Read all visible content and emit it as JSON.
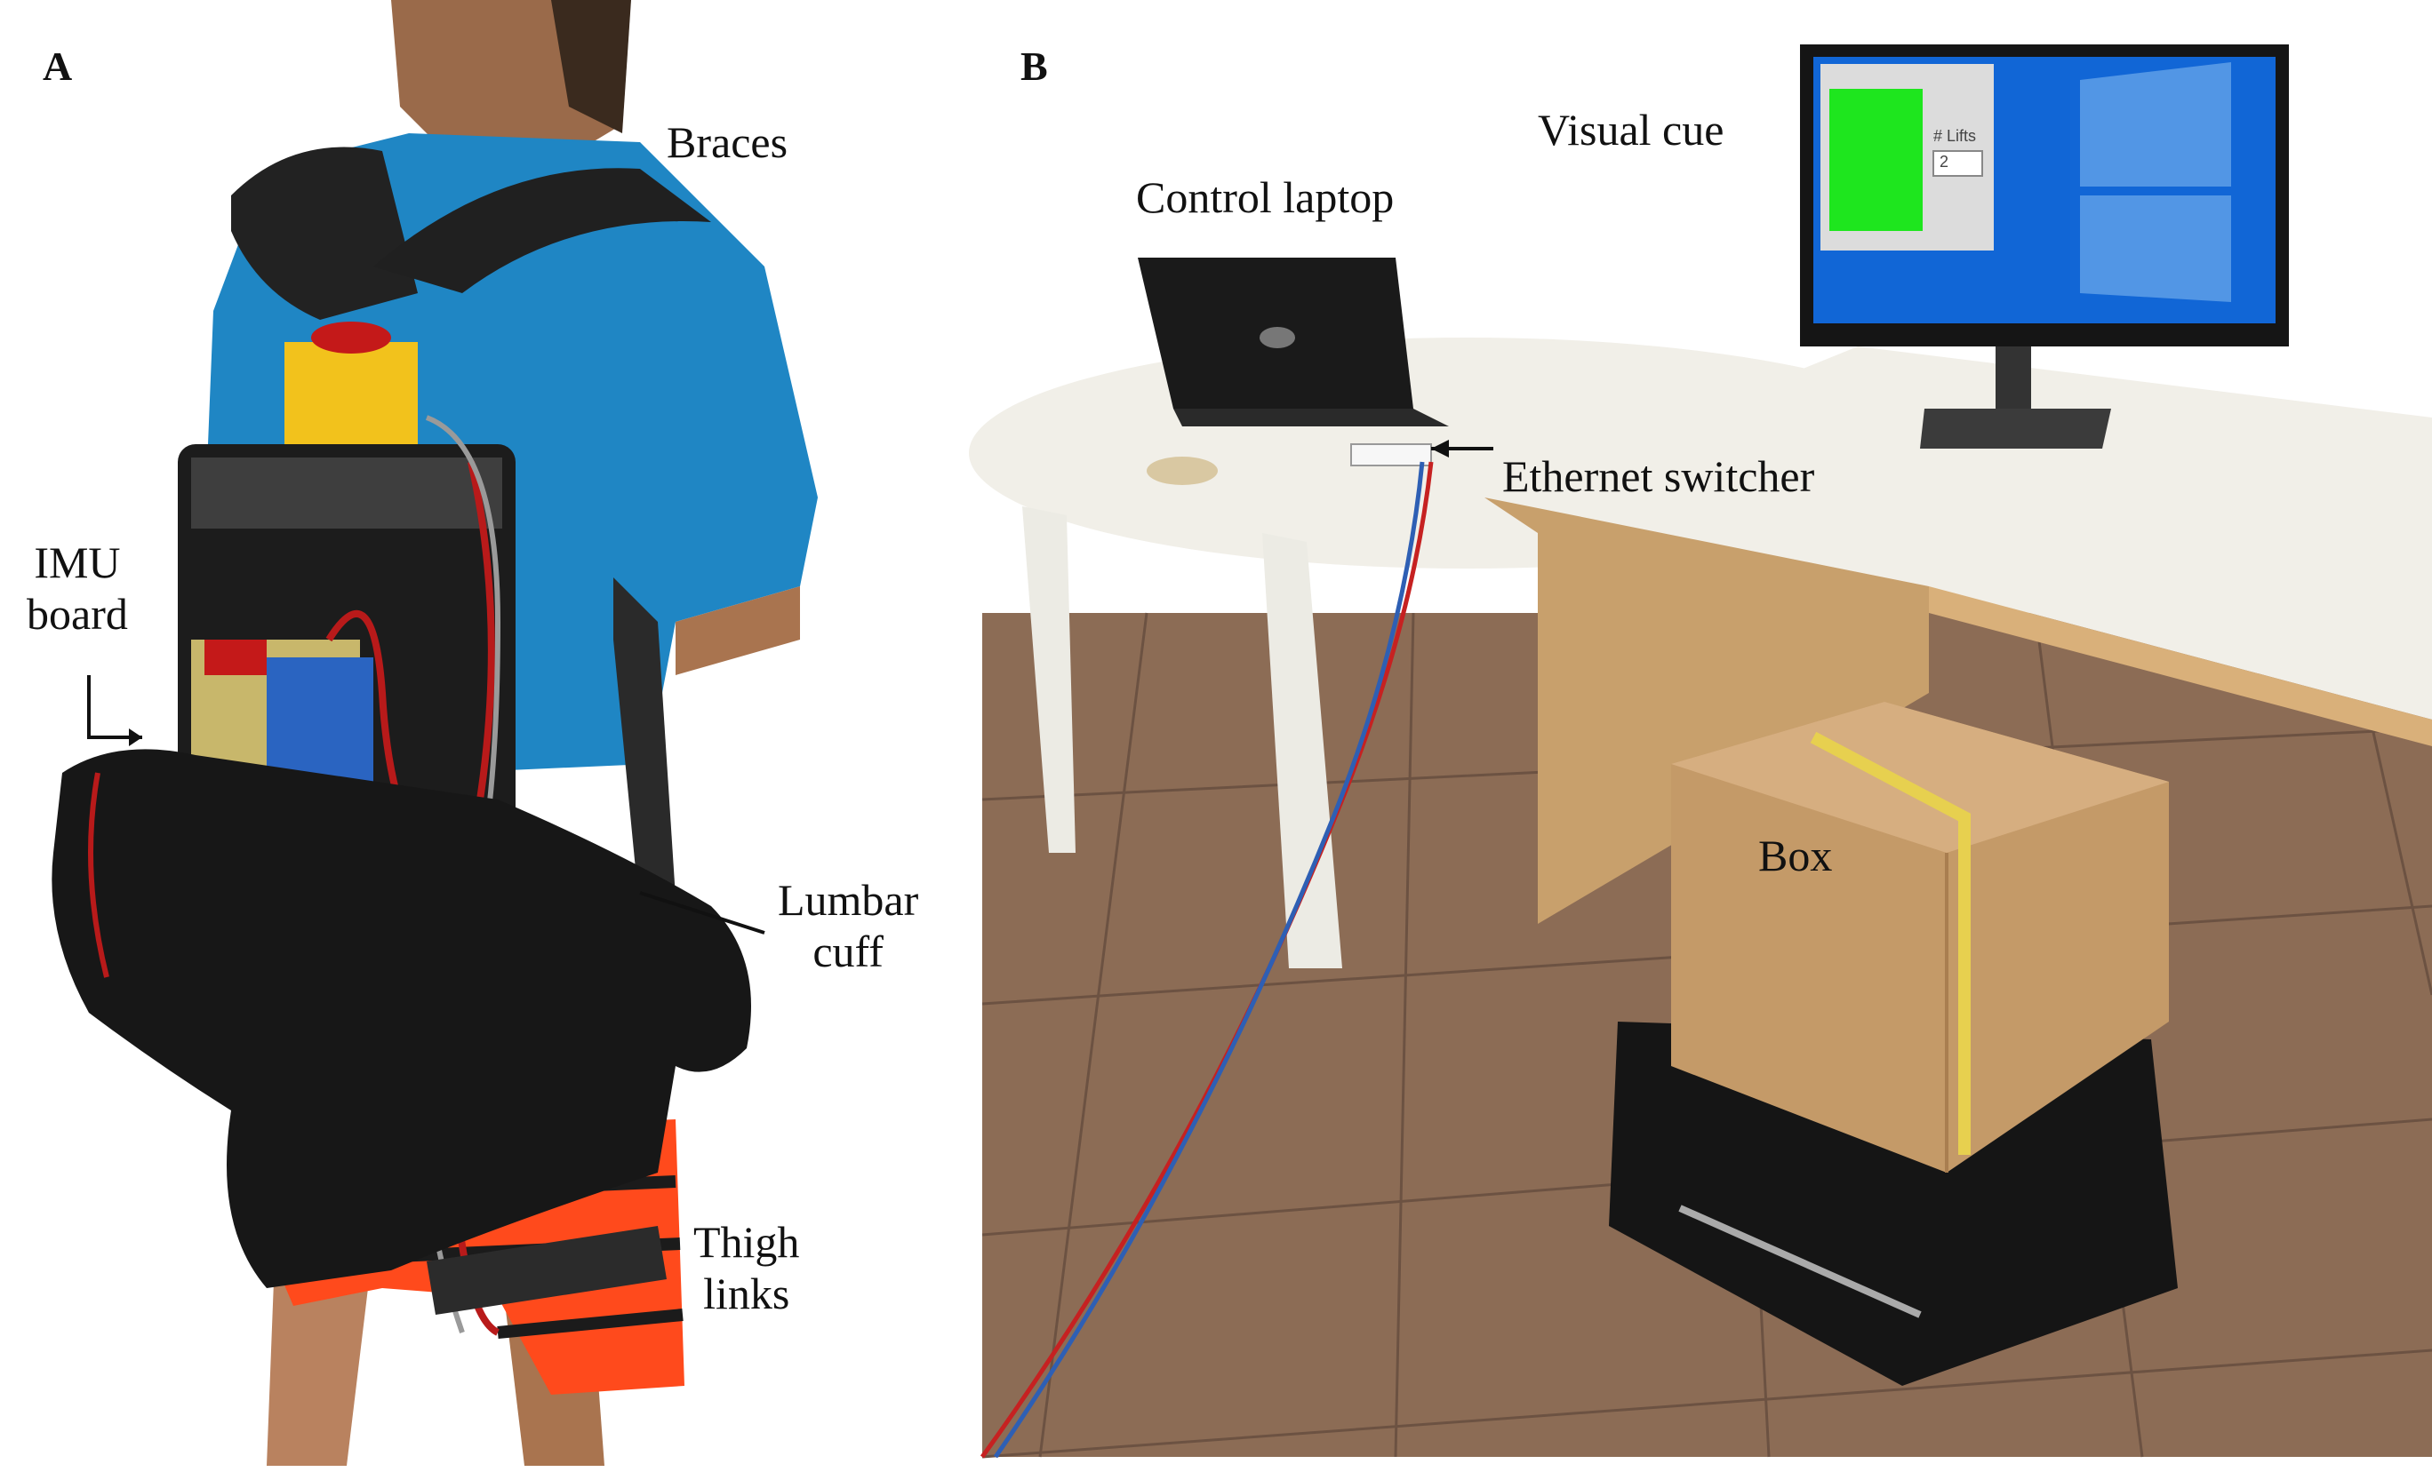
{
  "panel_a": {
    "letter": "A",
    "labels": {
      "braces": "Braces",
      "imu_line1": "IMU",
      "imu_line2": "board",
      "lumbar_line1": "Lumbar",
      "lumbar_line2": "cuff",
      "thigh_line1": "Thigh",
      "thigh_line2": "links"
    }
  },
  "panel_b": {
    "letter": "B",
    "labels": {
      "visual_cue": "Visual cue",
      "control_laptop": "Control laptop",
      "ethernet_switcher": "Ethernet switcher",
      "box": "Box"
    },
    "screen_text": {
      "lifts_label": "# Lifts",
      "lifts_value": "2"
    }
  },
  "colors": {
    "shirt": "#1f86c4",
    "exo_black": "#1c1c1c",
    "shorts": "#ff4a1c",
    "stimulus_green": "#1ee61e",
    "windows_blue": "#1166d6",
    "floor": "#8c6c55",
    "box": "#c49a68",
    "table": "#f1efe8"
  }
}
